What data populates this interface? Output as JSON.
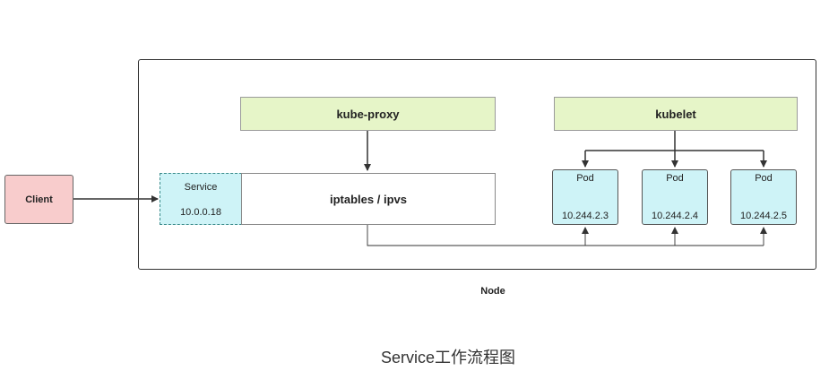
{
  "diagram": {
    "client_label": "Client",
    "service": {
      "title": "Service",
      "ip": "10.0.0.18"
    },
    "kube_proxy_label": "kube-proxy",
    "kubelet_label": "kubelet",
    "iptables_label": "iptables / ipvs",
    "pods": [
      {
        "title": "Pod",
        "ip": "10.244.2.3"
      },
      {
        "title": "Pod",
        "ip": "10.244.2.4"
      },
      {
        "title": "Pod",
        "ip": "10.244.2.5"
      }
    ],
    "node_label": "Node",
    "colors": {
      "client_fill": "#f8cccc",
      "service_fill": "#cef3f7",
      "pod_fill": "#cef3f7",
      "component_fill": "#e6f5c8"
    }
  },
  "caption": "Service工作流程图"
}
